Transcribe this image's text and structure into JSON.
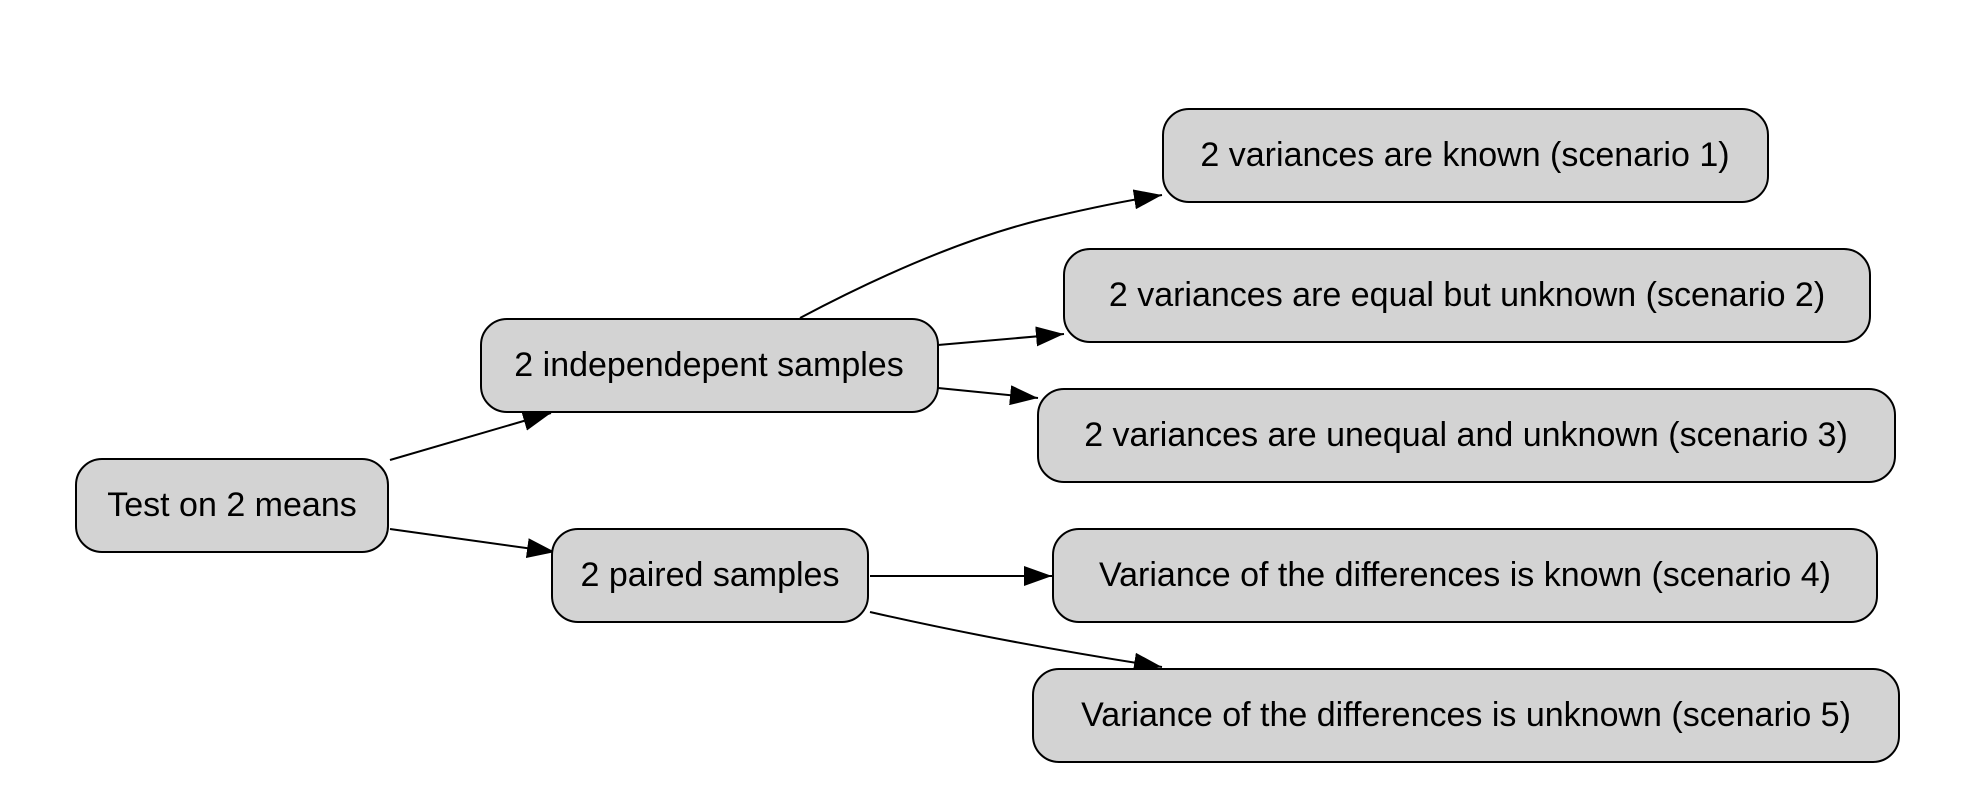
{
  "nodes": {
    "root": "Test on 2 means",
    "independent": "2 independepent samples",
    "paired": "2 paired samples",
    "s1": "2 variances are known (scenario 1)",
    "s2": "2 variances are equal but unknown (scenario 2)",
    "s3": "2 variances are unequal and unknown (scenario 3)",
    "s4": "Variance of the differences is known (scenario 4)",
    "s5": "Variance of the differences is unknown (scenario 5)"
  },
  "edges": [
    {
      "from": "root",
      "to": "independent"
    },
    {
      "from": "root",
      "to": "paired"
    },
    {
      "from": "independent",
      "to": "s1"
    },
    {
      "from": "independent",
      "to": "s2"
    },
    {
      "from": "independent",
      "to": "s3"
    },
    {
      "from": "paired",
      "to": "s4"
    },
    {
      "from": "paired",
      "to": "s5"
    }
  ],
  "colors": {
    "node_fill": "#d3d3d3",
    "node_stroke": "#000000",
    "edge": "#000000"
  }
}
